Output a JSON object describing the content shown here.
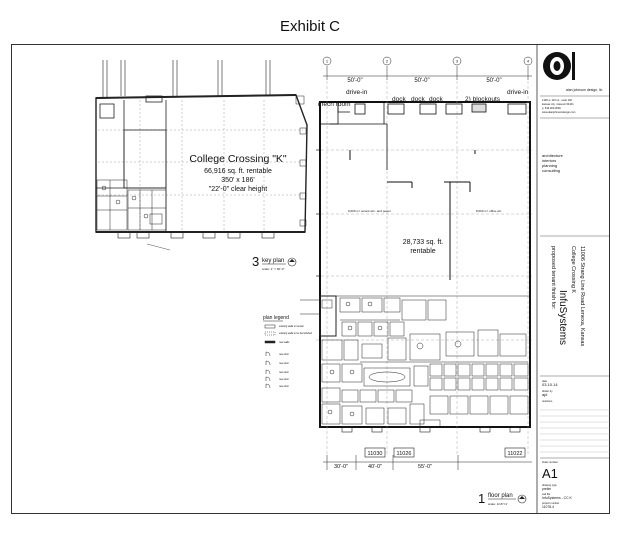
{
  "exhibit_title": "Exhibit C",
  "key_plan": {
    "name": "College Crossing \"K\"",
    "area": "66,916 sq. ft. rentable",
    "dims": "350' x 186'",
    "clear_height": "\"22'-0\" clear height",
    "sheet_num": "3",
    "label": "key plan",
    "scale": "scale: 1\" = 60'-0\""
  },
  "plan_legend": {
    "title": "plan legend",
    "items": [
      "existing walls to remain",
      "existing walls to be demolished",
      "new walls",
      "new door",
      "new door",
      "new door",
      "new door",
      "new door"
    ]
  },
  "floor_plan": {
    "grid_marks": [
      "1",
      "2",
      "3",
      "4"
    ],
    "dims_top": [
      "50'-0\"",
      "50'-0\"",
      "50'-0\""
    ],
    "dims_bottom": [
      "30'-0\"",
      "40'-0\"",
      "55'-0\""
    ],
    "labels": {
      "mech_room": "mech room",
      "drive_in_left": "drive-in",
      "dock1": "dock",
      "dock2": "dock",
      "dock3": "dock",
      "blockouts": "2) blockouts",
      "drive_in_right": "drive-in",
      "rentable_area": "28,733 sq. ft.",
      "rentable_word": "rentable",
      "warehouse_left": "9,000 s.f. tenant wrn. and power",
      "warehouse_right": "8,000 s.f. office wrt."
    },
    "suite_numbers": [
      "11030",
      "11026",
      "11022"
    ],
    "sheet_num": "1",
    "label": "floor plan",
    "scale": "scale: 1/16\"=1'"
  },
  "title_block": {
    "firm": "alan johnson design, llc",
    "firm_address": [
      "1300 w. 11th st., suite 100",
      "kansas city, missouri 64101",
      "p. 816.000.0000",
      "www.alanjohnsondesign.com"
    ],
    "services": [
      "architecture",
      "interiors",
      "planning",
      "consulting"
    ],
    "project_line1": "proposed tenant finish for:",
    "project_client": "InfuSystems",
    "project_line2": "College Crossing K",
    "project_line3": "11006 Strang Line Road  Lenexa, Kansas",
    "date_label": "date",
    "date": "03.10.14",
    "drawn_label": "drawn by",
    "drawn": "ajd",
    "revisions_label": "revisions",
    "sheet_number_label": "sheet number",
    "sheet_number": "A1",
    "drawing_type_label": "drawing type",
    "drawing_type": "prelim",
    "cad_file_label": "cad file",
    "cad_file": "InfuSystems - CC K",
    "project_number_label": "project number",
    "project_number": "11078.4"
  }
}
